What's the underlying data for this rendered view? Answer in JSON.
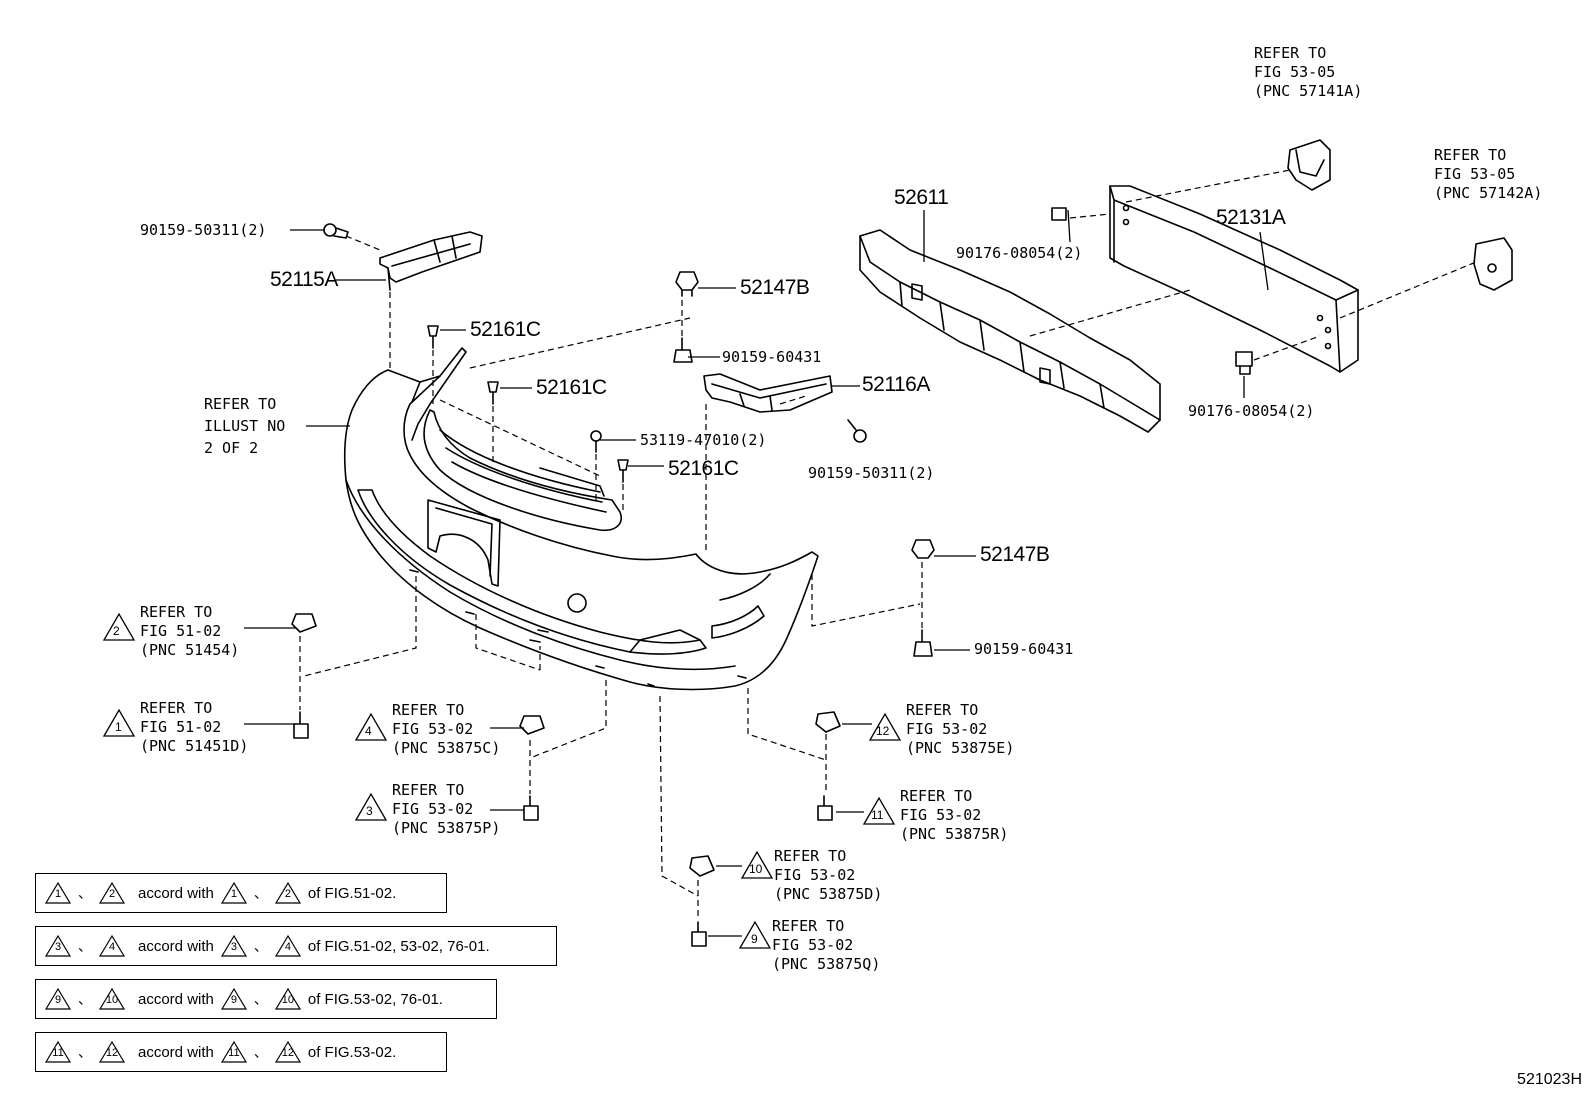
{
  "parts": {
    "p90159_50311_left": "90159-50311(2)",
    "p52115A": "52115A",
    "p52147B_top": "52147B",
    "p52161C_a": "52161C",
    "p90159_60431_top": "90159-60431",
    "p52161C_b": "52161C",
    "p52116A": "52116A",
    "p53119_47010": "53119-47010(2)",
    "p52161C_c": "52161C",
    "p90159_50311_right": "90159-50311(2)",
    "p52147B_right": "52147B",
    "p90159_60431_right": "90159-60431",
    "p52611": "52611",
    "p52131A": "52131A",
    "p90176_08054_a": "90176-08054(2)",
    "p90176_08054_b": "90176-08054(2)"
  },
  "refs": {
    "illust": "REFER TO\nILLUST NO\n2 OF 2",
    "fig5305_a": "REFER TO\nFIG 53-05\n(PNC 57141A)",
    "fig5305_b": "REFER TO\nFIG 53-05\n(PNC 57142A)",
    "r2": "REFER TO\nFIG 51-02\n(PNC 51454)",
    "r1": "REFER TO\nFIG 51-02\n(PNC 51451D)",
    "r4": "REFER TO\nFIG 53-02\n(PNC 53875C)",
    "r3": "REFER TO\nFIG 53-02\n(PNC 53875P)",
    "r12": "REFER TO\nFIG 53-02\n(PNC 53875E)",
    "r11": "REFER TO\nFIG 53-02\n(PNC 53875R)",
    "r10": "REFER TO\nFIG 53-02\n(PNC 53875D)",
    "r9": "REFER TO\nFIG 53-02\n(PNC 53875Q)"
  },
  "markers": {
    "m1": "1",
    "m2": "2",
    "m3": "3",
    "m4": "4",
    "m9": "9",
    "m10": "10",
    "m11": "11",
    "m12": "12"
  },
  "legend": {
    "sep": "、",
    "accord": "accord with",
    "rows": [
      {
        "a": "1",
        "b": "2",
        "of": "of FIG.51-02."
      },
      {
        "a": "3",
        "b": "4",
        "of": "of FIG.51-02, 53-02, 76-01."
      },
      {
        "a": "9",
        "b": "10",
        "of": "of FIG.53-02, 76-01."
      },
      {
        "a": "11",
        "b": "12",
        "of": "of FIG.53-02."
      }
    ]
  },
  "figure_id": "521023H"
}
